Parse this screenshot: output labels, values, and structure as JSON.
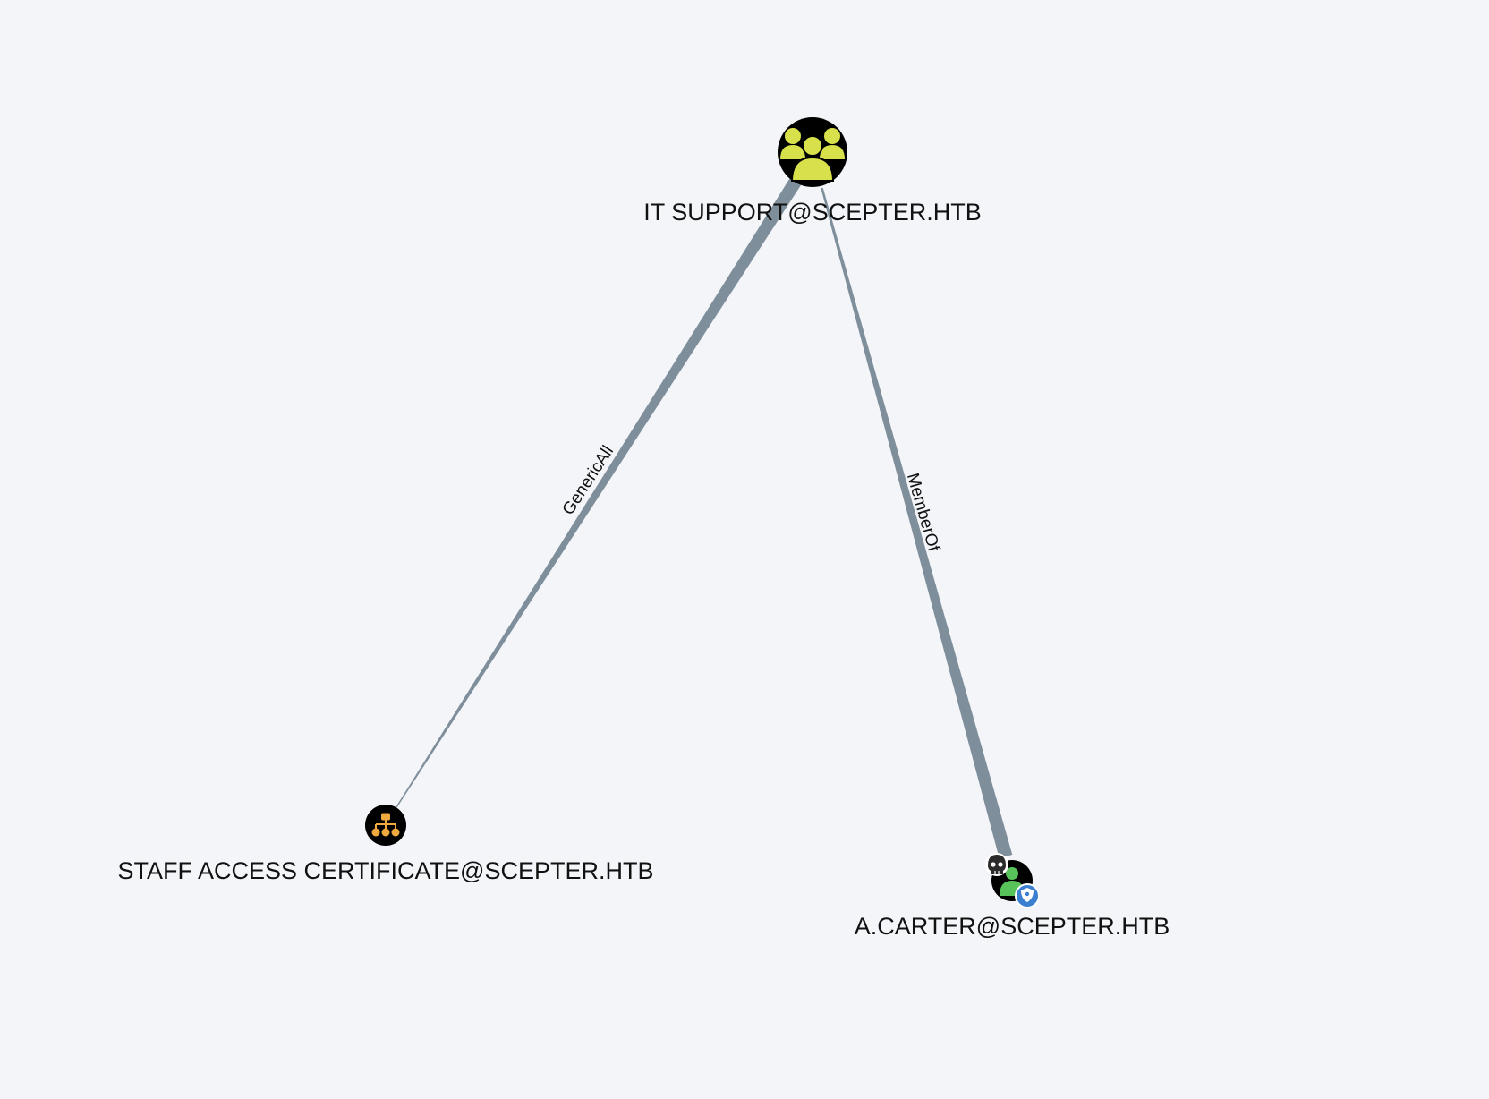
{
  "graph": {
    "nodes": {
      "it_support": {
        "label": "IT SUPPORT@SCEPTER.HTB",
        "type": "group",
        "icon": "users-group-icon",
        "icon_color": "#d8e14b"
      },
      "staff_access": {
        "label": "STAFF ACCESS CERTIFICATE@SCEPTER.HTB",
        "type": "certificate-template",
        "icon": "sitemap-icon",
        "icon_color": "#f0a93f"
      },
      "a_carter": {
        "label": "A.CARTER@SCEPTER.HTB",
        "type": "user",
        "icon": "user-icon",
        "icon_color": "#57c35a",
        "badges": [
          "skull-icon",
          "shield-icon"
        ]
      }
    },
    "edges": {
      "generic_all": {
        "label": "GenericAll",
        "source": "it_support",
        "target": "staff_access"
      },
      "member_of": {
        "label": "MemberOf",
        "source": "a_carter",
        "target": "it_support"
      }
    },
    "colors": {
      "background": "#f3f5f9",
      "edge": "#7f8e9b",
      "node_fill": "#000000"
    }
  }
}
